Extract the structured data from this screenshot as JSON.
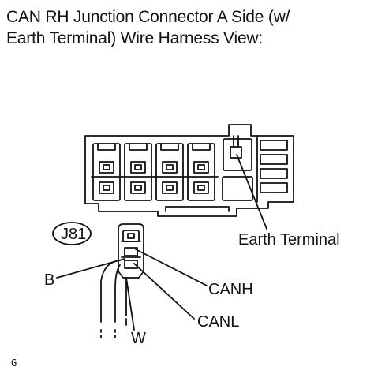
{
  "title": {
    "line1": "CAN RH Junction Connector A Side (w/",
    "line2": "Earth Terminal) Wire Harness View:"
  },
  "connector_id": "J81",
  "labels": {
    "earth_terminal": "Earth Terminal",
    "b": "B",
    "canh": "CANH",
    "canl": "CANL",
    "w": "W"
  },
  "figure_code": "G"
}
